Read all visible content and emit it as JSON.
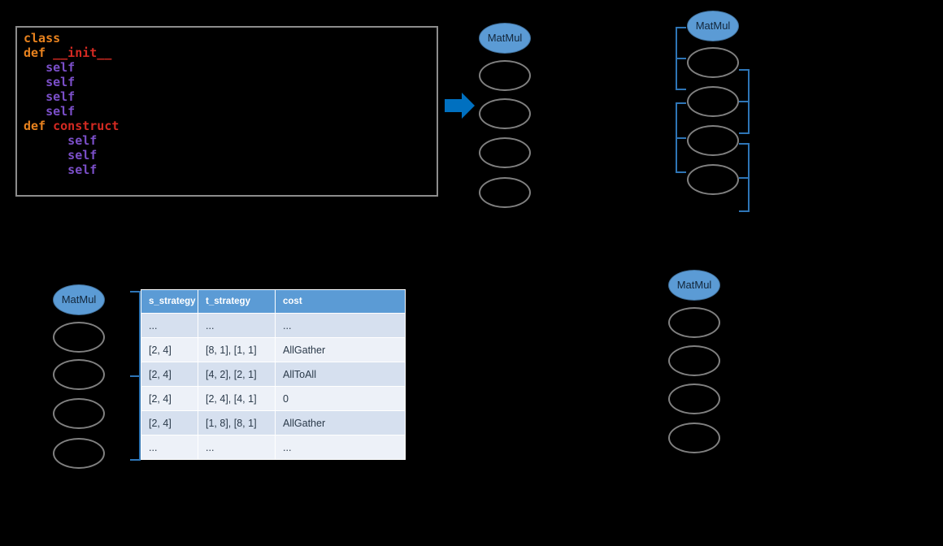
{
  "code_panel": {
    "title": "network-definition-code",
    "colors": {
      "keyword": "#E8821E",
      "function": "#D42A22",
      "self": "#7B4FC9",
      "border": "#8C8C8C",
      "background": "#000000"
    },
    "lines": [
      {
        "indent": 0,
        "tokens": [
          {
            "text": "class",
            "kind": "keyword"
          }
        ]
      },
      {
        "indent": 0,
        "tokens": [
          {
            "text": "def",
            "kind": "keyword"
          },
          {
            "text": " ",
            "kind": "plain"
          },
          {
            "text": "__init__",
            "kind": "function"
          }
        ]
      },
      {
        "indent": 1,
        "tokens": [
          {
            "text": "self",
            "kind": "self"
          }
        ]
      },
      {
        "indent": 1,
        "tokens": [
          {
            "text": "self",
            "kind": "self"
          }
        ]
      },
      {
        "indent": 1,
        "tokens": [
          {
            "text": "self",
            "kind": "self"
          }
        ]
      },
      {
        "indent": 1,
        "tokens": [
          {
            "text": "self",
            "kind": "self"
          }
        ]
      },
      {
        "indent": 0,
        "tokens": [
          {
            "text": "def",
            "kind": "keyword"
          },
          {
            "text": " ",
            "kind": "plain"
          },
          {
            "text": "construct",
            "kind": "function"
          }
        ]
      },
      {
        "indent": 2,
        "tokens": [
          {
            "text": "self",
            "kind": "self"
          }
        ]
      },
      {
        "indent": 2,
        "tokens": [
          {
            "text": "self",
            "kind": "self"
          }
        ]
      },
      {
        "indent": 2,
        "tokens": [
          {
            "text": "self",
            "kind": "self"
          }
        ]
      }
    ]
  },
  "arrow": {
    "name": "transform-arrow",
    "direction": "right",
    "color": "#0070C0"
  },
  "columns": {
    "a": {
      "name": "operator-column-a",
      "head_label": "MatMul",
      "node_count": 4
    },
    "b": {
      "name": "operator-column-b",
      "head_label": "MatMul",
      "node_count": 4
    },
    "c": {
      "name": "operator-column-c",
      "head_label": "MatMul",
      "node_count": 4
    },
    "d": {
      "name": "operator-column-d",
      "head_label": "MatMul",
      "node_count": 4
    }
  },
  "brackets": {
    "color": "#2E75B6",
    "items": [
      {
        "name": "bracket-left-upper",
        "side": "left",
        "spans": "node-1..node-2"
      },
      {
        "name": "bracket-left-lower",
        "side": "left",
        "spans": "node-3..node-4"
      },
      {
        "name": "bracket-right-upper",
        "side": "right",
        "spans": "node-2..node-3"
      },
      {
        "name": "bracket-right-lower",
        "side": "right",
        "spans": "node-4..below"
      },
      {
        "name": "bracket-table-link",
        "side": "right",
        "spans": "cost-table"
      }
    ]
  },
  "cost_table": {
    "name": "strategy-cost-table",
    "header_color": "#5B9BD5",
    "columns": [
      "s_strategy",
      "t_strategy",
      "cost"
    ],
    "rows": [
      {
        "s_strategy": "...",
        "t_strategy": "...",
        "cost": "..."
      },
      {
        "s_strategy": "[2, 4]",
        "t_strategy": "[8, 1], [1, 1]",
        "cost": "AllGather"
      },
      {
        "s_strategy": "[2, 4]",
        "t_strategy": "[4, 2], [2, 1]",
        "cost": "AllToAll"
      },
      {
        "s_strategy": "[2, 4]",
        "t_strategy": "[2, 4], [4, 1]",
        "cost": "0"
      },
      {
        "s_strategy": "[2, 4]",
        "t_strategy": "[1, 8], [8, 1]",
        "cost": "AllGather"
      },
      {
        "s_strategy": "...",
        "t_strategy": "...",
        "cost": "..."
      }
    ]
  }
}
